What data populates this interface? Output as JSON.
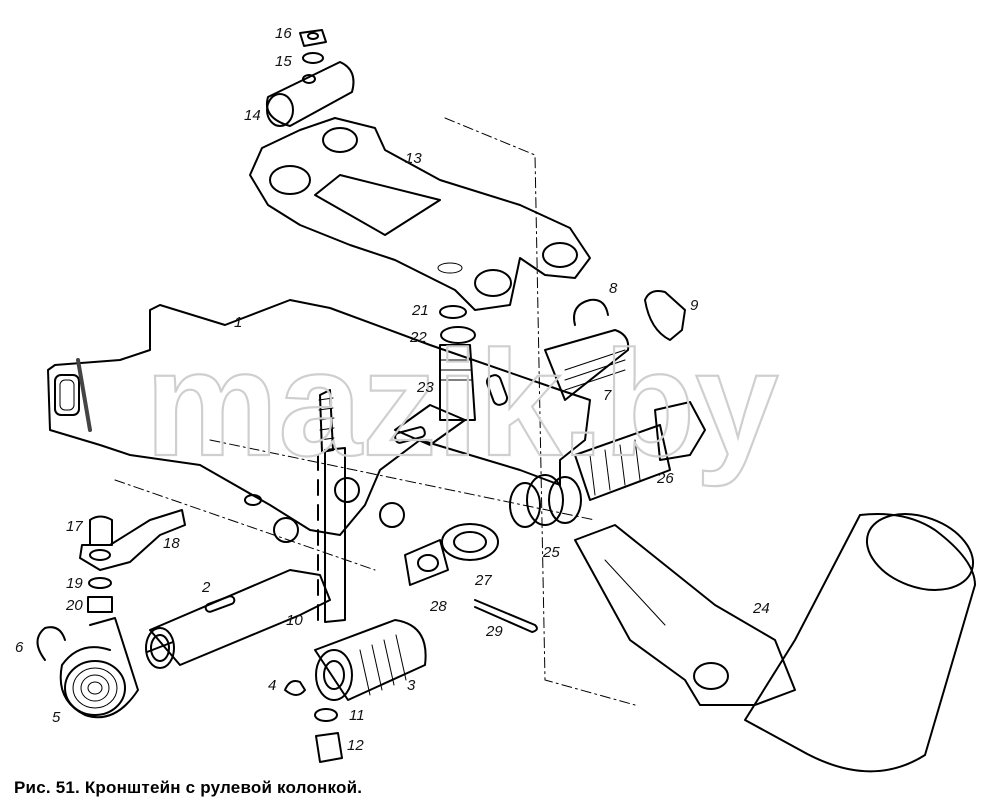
{
  "caption": "Рис. 51. Кронштейн с рулевой колонкой.",
  "watermark": "mazik.by",
  "colors": {
    "ink": "#000000",
    "watermark": "#cfcfcf",
    "background": "#ffffff"
  },
  "labels": {
    "p1": "1",
    "p2": "2",
    "p3": "3",
    "p4": "4",
    "p5": "5",
    "p6": "6",
    "p7": "7",
    "p8": "8",
    "p9": "9",
    "p10": "10",
    "p11": "11",
    "p12": "12",
    "p13": "13",
    "p14": "14",
    "p15": "15",
    "p16": "16",
    "p17": "17",
    "p18": "18",
    "p19": "19",
    "p20": "20",
    "p21": "21",
    "p22": "22",
    "p23": "23",
    "p24": "24",
    "p25": "25",
    "p26": "26",
    "p27": "27",
    "p28": "28",
    "p29": "29"
  }
}
